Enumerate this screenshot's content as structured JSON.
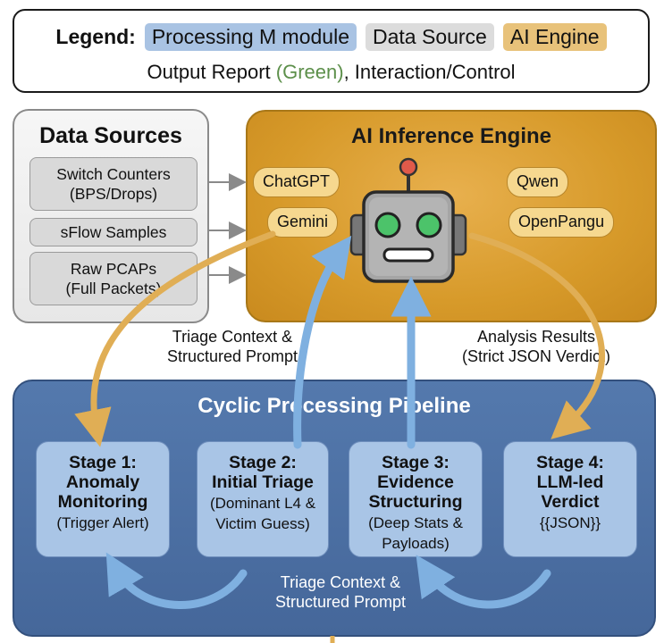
{
  "legend": {
    "title": "Legend:",
    "processing": "Processing M module",
    "data_source": "Data Source",
    "ai_engine": "AI Engine",
    "output_prefix": "Output Report ",
    "output_green": "(Green)",
    "output_suffix": ", Interaction/Control"
  },
  "data_sources": {
    "title": "Data Sources",
    "items": [
      {
        "line1": "Switch Counters",
        "line2": "(BPS/Drops)"
      },
      {
        "line1": "sFlow Samples",
        "line2": ""
      },
      {
        "line1": "Raw PCAPs",
        "line2": "(Full Packets)"
      }
    ]
  },
  "ai_engine": {
    "title": "AI Inference Engine",
    "models": [
      "ChatGPT",
      "Gemini",
      "Qwen",
      "OpenPangu"
    ]
  },
  "labels": {
    "triage_top_1": "Triage Context &",
    "triage_top_2": "Structured Prompt",
    "results_1": "Analysis Results",
    "results_2": "(Strict JSON Verdict)",
    "triage_bottom_1": "Triage Context &",
    "triage_bottom_2": "Structured Prompt"
  },
  "pipeline": {
    "title": "Cyclic Processing Pipeline",
    "stages": [
      {
        "t1": "Stage 1:",
        "t2": "Anomaly",
        "t3": "Monitoring",
        "d1": "(Trigger Alert)",
        "d2": ""
      },
      {
        "t1": "Stage 2:",
        "t2": "Initial Triage",
        "t3": "",
        "d1": "(Dominant L4 &",
        "d2": "Victim Guess)"
      },
      {
        "t1": "Stage 3:",
        "t2": "Evidence",
        "t3": "Structuring",
        "d1": "(Deep Stats &",
        "d2": "Payloads)"
      },
      {
        "t1": "Stage 4:",
        "t2": "LLM-led",
        "t3": "Verdict",
        "d1": "{{JSON}}",
        "d2": ""
      }
    ]
  },
  "colors": {
    "gold_arrow": "#e0ae55",
    "blue_arrow": "#7fb0e0",
    "gray_arrow": "#8a8a8a"
  }
}
